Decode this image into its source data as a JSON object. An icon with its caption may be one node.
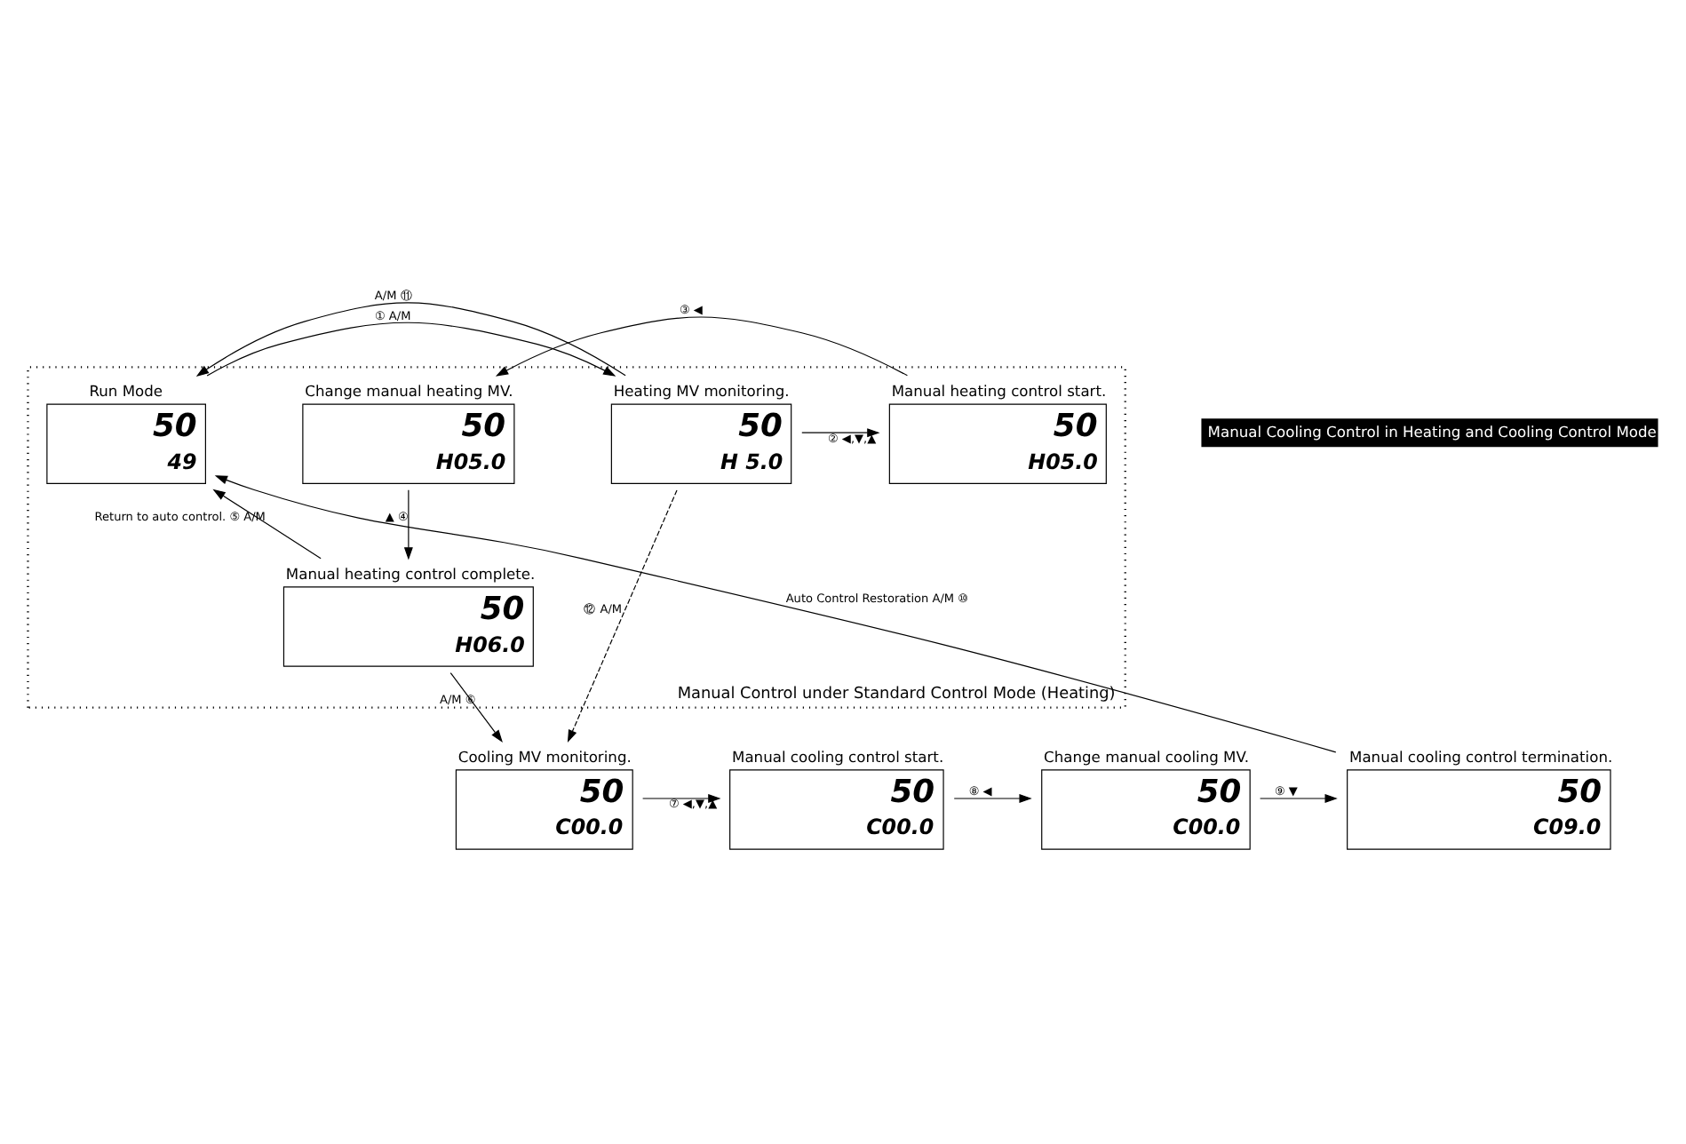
{
  "diagram": {
    "nodes": [
      {
        "text": [
          "Manual Control under Standard Control Mode (Heating)"
        ]
      },
      {
        "text": [
          "Run Mode",
          "50",
          "49"
        ],
        "in": 0
      },
      {
        "text": [
          "Heating MV monitoring.",
          "50",
          "H 5.0"
        ],
        "in": 0
      },
      {
        "text": [
          "Manual heating control start.",
          "50",
          "H05.0"
        ],
        "in": 0
      },
      {
        "text": [
          "Change manual heating MV.",
          "50",
          "H05.0"
        ],
        "in": 0
      },
      {
        "text": [
          "Manual heating control complete.",
          "50",
          "H06.0"
        ],
        "in": 0
      },
      {
        "text": [
          "Manual Cooling Control in Heating and Cooling Control Mode"
        ]
      },
      {
        "text": [
          "Cooling MV monitoring.",
          "50",
          "C00.0"
        ]
      },
      {
        "text": [
          "Manual cooling control start.",
          "50",
          "C00.0"
        ]
      },
      {
        "text": [
          "Change manual cooling MV.",
          "50",
          "C00.0"
        ]
      },
      {
        "text": [
          "Manual cooling control termination.",
          "50",
          "C09.0"
        ]
      }
    ],
    "edges": [
      {
        "from": 1,
        "to": 2,
        "arrow": "to",
        "label": "① A/M"
      },
      {
        "from": 2,
        "to": 3,
        "arrow": "to",
        "label": "② ◀,▼,▲"
      },
      {
        "from": 3,
        "to": 4,
        "arrow": "to",
        "label": "③ ◀"
      },
      {
        "from": 4,
        "to": 5,
        "arrow": "to",
        "label": "▲ ④"
      },
      {
        "from": 5,
        "to": 1,
        "arrow": "to",
        "label": "Return to auto control. ⑤ A/M"
      },
      {
        "from": 2,
        "to": 1,
        "arrow": "to",
        "label": "A/M ⑪"
      },
      {
        "from": 5,
        "to": 7,
        "arrow": "to",
        "label": "A/M ⑥"
      },
      {
        "from": 2,
        "to": 7,
        "arrow": "to",
        "label": "⑫ A/M",
        "style": "dashed"
      },
      {
        "from": 7,
        "to": 8,
        "arrow": "to",
        "label": "⑦ ◀,▼,▲"
      },
      {
        "from": 8,
        "to": 9,
        "arrow": "to",
        "label": "⑧ ◀"
      },
      {
        "from": 9,
        "to": 10,
        "arrow": "to",
        "label": "⑨ ▼"
      },
      {
        "from": 10,
        "to": 1,
        "arrow": "to",
        "label": "Auto Control Restoration A/M ⑩"
      }
    ]
  }
}
